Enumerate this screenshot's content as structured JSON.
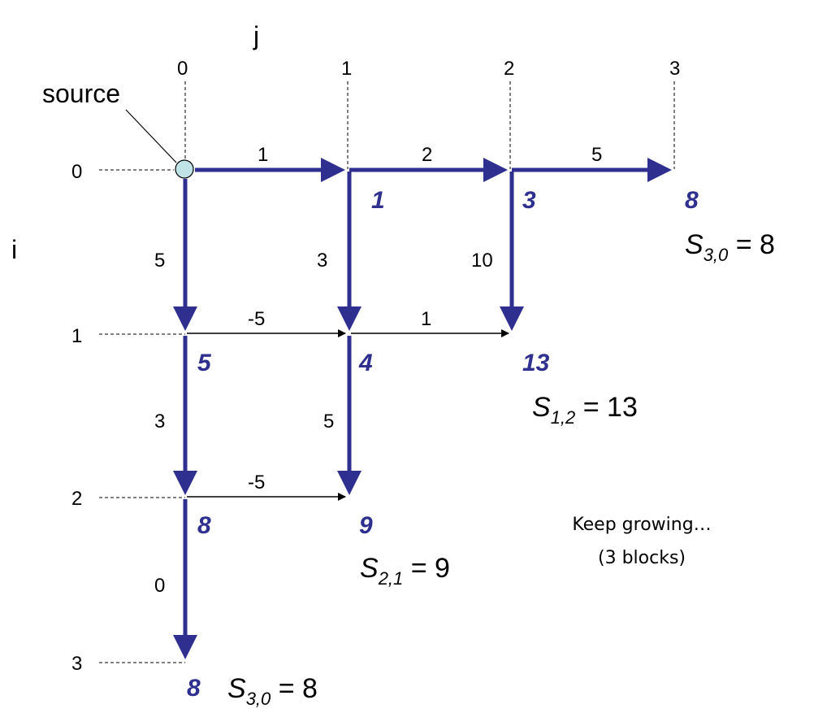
{
  "axes": {
    "j_label": "j",
    "i_label": "i",
    "j_ticks": [
      "0",
      "1",
      "2",
      "3"
    ],
    "i_ticks": [
      "0",
      "1",
      "2",
      "3"
    ]
  },
  "source_label": "source",
  "edge_weights": {
    "h_0_01": "1",
    "h_0_12": "2",
    "h_0_23": "5",
    "v_0_01": "5",
    "v_1_01": "3",
    "v_2_01": "10",
    "h_1_01": "-5",
    "h_1_12": "1",
    "v_0_12": "3",
    "v_1_12": "5",
    "h_2_01": "-5",
    "v_0_23": "0"
  },
  "node_scores": {
    "n_0_1": "1",
    "n_0_2": "3",
    "n_0_3": "8",
    "n_1_0": "5",
    "n_1_1": "4",
    "n_1_2": "13",
    "n_2_0": "8",
    "n_2_1": "9",
    "n_3_0": "8"
  },
  "sequence_labels": [
    {
      "letter": "S",
      "sub": "3,0",
      "rest": " = 8"
    },
    {
      "letter": "S",
      "sub": "1,2",
      "rest": " = 13"
    },
    {
      "letter": "S",
      "sub": "2,1",
      "rest": " = 9"
    },
    {
      "letter": "S",
      "sub": "3,0",
      "rest": " = 8"
    }
  ],
  "note": {
    "line1": "Keep growing…",
    "line2": "(3 blocks)"
  },
  "colors": {
    "bold_edge": "#2e2f8f",
    "score_text": "#2e2f8f",
    "source_fill": "#bfe3e6",
    "thin_edge": "#000000"
  }
}
